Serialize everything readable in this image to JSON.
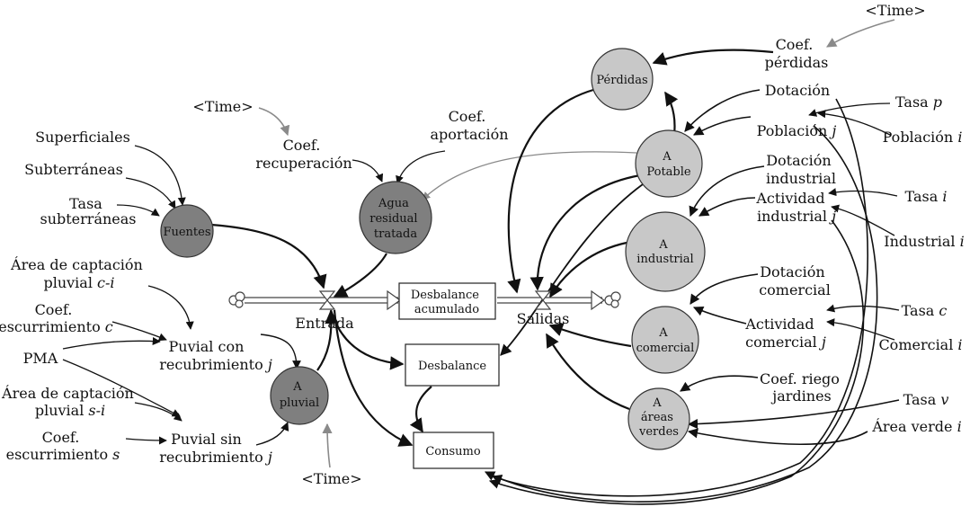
{
  "colors": {
    "dark_node": "#7f7f7f",
    "light_node": "#c8c8c8",
    "arrow": "#111111",
    "time_arrow": "#8a8a8a"
  },
  "nodes": {
    "fuentes": "Fuentes",
    "agua_residual": [
      "Agua",
      "residual",
      "tratada"
    ],
    "perdidas": "Pérdidas",
    "a_potable": [
      "A",
      "Potable"
    ],
    "a_industrial": [
      "A",
      "industrial"
    ],
    "a_comercial": [
      "A",
      "comercial"
    ],
    "a_areas_verdes": [
      "A",
      "áreas",
      "verdes"
    ],
    "a_pluvial": [
      "A",
      "pluvial"
    ]
  },
  "boxes": {
    "desbalance_acumulado": [
      "Desbalance",
      "acumulado"
    ],
    "desbalance": "Desbalance",
    "consumo": "Consumo"
  },
  "flows": {
    "entrada": "Entrada",
    "salidas": "Salidas"
  },
  "variables": {
    "superficiales": "Superficiales",
    "subterraneas": "Subterráneas",
    "tasa_subterraneas": [
      "Tasa",
      "subterráneas"
    ],
    "area_captacion_ci": [
      "Área de captación",
      "pluvial ",
      "c-i"
    ],
    "coef_escurrimiento_c": [
      "Coef.",
      "escurrimiento ",
      "c"
    ],
    "pma": "PMA",
    "area_captacion_si": [
      "Área de captación",
      "pluvial ",
      "s-i"
    ],
    "coef_escurrimiento_s": [
      "Coef.",
      "escurrimiento ",
      "s"
    ],
    "puvial_con": [
      "Puvial con",
      "recubrimiento ",
      "j"
    ],
    "puvial_sin": [
      "Puvial sin",
      "recubrimiento ",
      "j"
    ],
    "time": "<Time>",
    "coef_recuperacion": [
      "Coef.",
      "recuperación"
    ],
    "coef_aportacion": [
      "Coef.",
      "aportación"
    ],
    "coef_perdidas": [
      "Coef.",
      "pérdidas"
    ],
    "dotacion": "Dotación",
    "tasa_p": [
      "Tasa ",
      "p"
    ],
    "poblacion_j": [
      "Población ",
      "j"
    ],
    "poblacion_i": [
      "Población ",
      "i"
    ],
    "dotacion_industrial": [
      "Dotación",
      "industrial"
    ],
    "actividad_industrial": [
      "Actividad",
      "industrial ",
      "j"
    ],
    "tasa_i": [
      "Tasa ",
      "i"
    ],
    "industrial_i": [
      "Industrial ",
      "i"
    ],
    "dotacion_comercial": [
      "Dotación",
      "comercial"
    ],
    "actividad_comercial": [
      "Actividad",
      "comercial ",
      "j"
    ],
    "tasa_c": [
      "Tasa ",
      "c"
    ],
    "comercial_i": [
      "Comercial ",
      "i"
    ],
    "coef_riego": [
      "Coef. riego",
      "jardines"
    ],
    "tasa_v": [
      "Tasa ",
      "v"
    ],
    "area_verde_i": [
      "Área verde ",
      "i"
    ]
  }
}
